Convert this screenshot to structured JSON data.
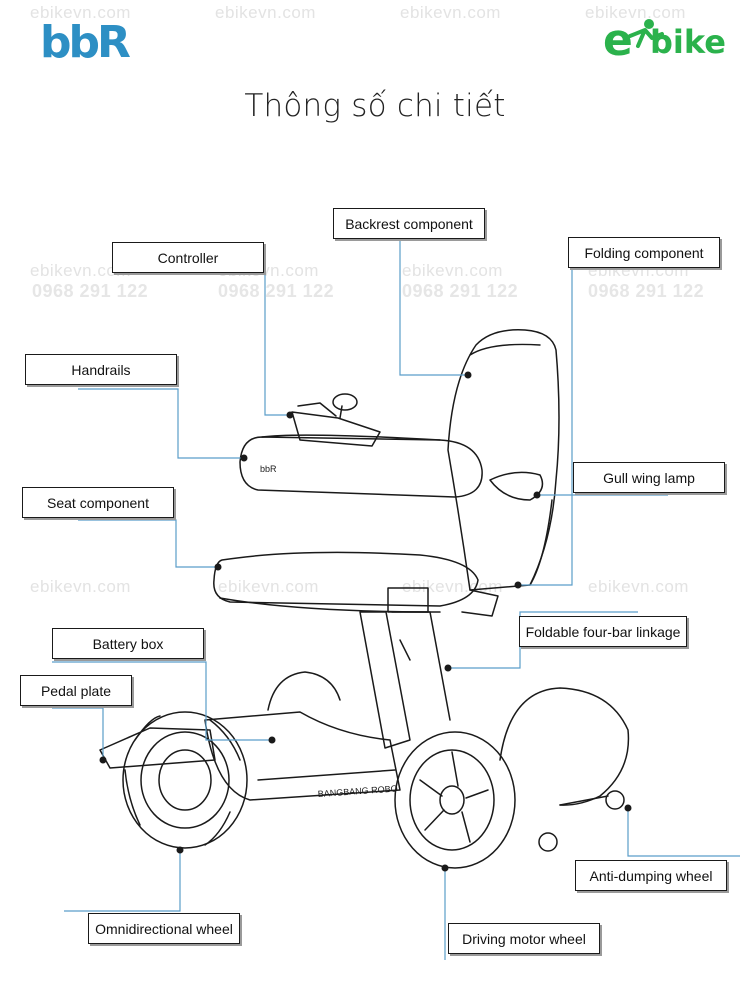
{
  "title": "Thông số chi tiết",
  "brand_left": {
    "text": "bbR",
    "color": "#2d8fc4",
    "icon": "bbr-logo"
  },
  "brand_right": {
    "text_e": "e",
    "text": "bike",
    "color": "#2bb24c",
    "icon": "cyclist-logo"
  },
  "watermarks": {
    "site": "ebikevn.com",
    "phone": "0968 291 122"
  },
  "colors": {
    "leader_line": "#5b9ec9",
    "outline": "#1a1a1a"
  },
  "labels": {
    "backrest": "Backrest component",
    "controller": "Controller",
    "folding": "Folding component",
    "handrails": "Handrails",
    "gull_wing": "Gull wing lamp",
    "seat": "Seat component",
    "four_bar": "Foldable four-bar linkage",
    "battery": "Battery box",
    "pedal": "Pedal plate",
    "anti_dumping": "Anti-dumping wheel",
    "omni": "Omnidirectional wheel",
    "driving": "Driving motor wheel"
  },
  "product_print": {
    "frame_text": "BANGBANG ROBO",
    "armrest_logo": "bbR"
  }
}
